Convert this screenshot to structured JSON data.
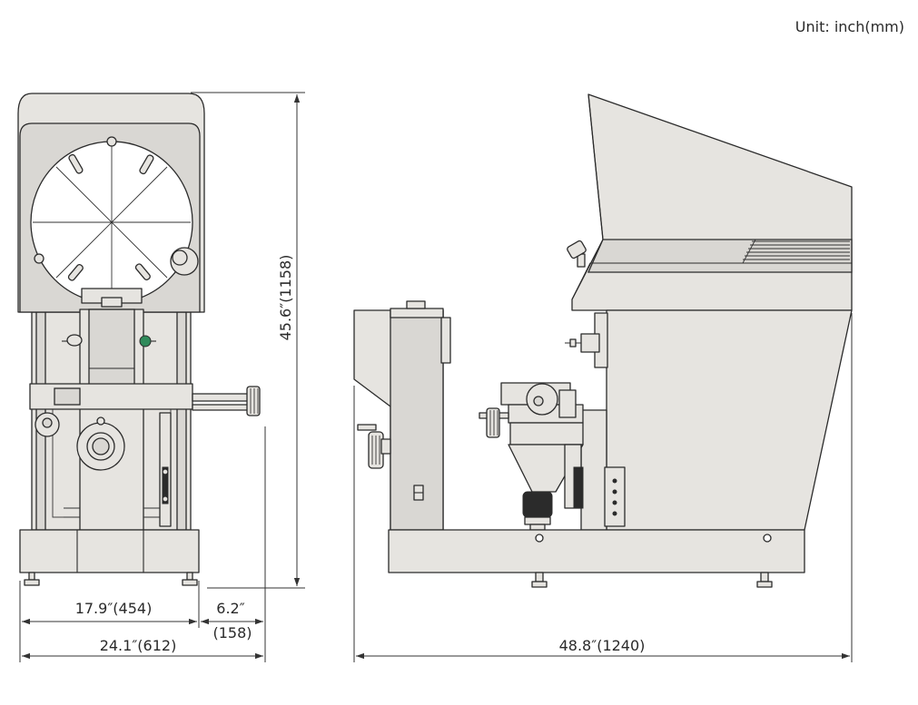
{
  "unit_label": "Unit: inch(mm)",
  "dimensions": {
    "height": "45.6″(1158)",
    "width_base": "17.9″(454)",
    "width_offset_in": "6.2″",
    "width_offset_mm": "(158)",
    "width_total": "24.1″(612)",
    "depth_total": "48.8″(1240)"
  }
}
